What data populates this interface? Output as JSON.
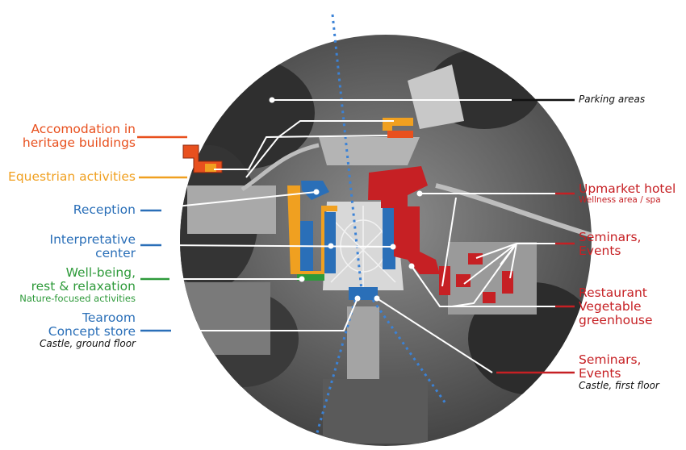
{
  "colors": {
    "accommodation": "#e8501e",
    "equestrian": "#f0a020",
    "blue": "#2a6fb8",
    "green": "#2e9a3a",
    "red": "#c62024",
    "black": "#111111",
    "axis_dotted": "#3b82d6"
  },
  "labels": {
    "accommodation_line1": "Accomodation in",
    "accommodation_line2": "heritage buildings",
    "equestrian": "Equestrian activities",
    "reception": "Reception",
    "interpretative_line1": "Interpretative",
    "interpretative_line2": "center",
    "wellbeing_line1": "Well-being,",
    "wellbeing_line2": "rest & relaxation",
    "wellbeing_sub": "Nature-focused activities",
    "tearoom_line1": "Tearoom",
    "tearoom_line2": "Concept store",
    "tearoom_sub": "Castle, ground floor",
    "parking": "Parking areas",
    "hotel": "Upmarket hotel",
    "hotel_sub": "Wellness area / spa",
    "seminars1_line1": "Seminars,",
    "seminars1_line2": "Events",
    "restaurant_line1": "Restaurant",
    "restaurant_line2": "Vegetable",
    "restaurant_line3": "greenhouse",
    "seminars2_line1": "Seminars,",
    "seminars2_line2": "Events",
    "seminars2_sub": "Castle, first floor"
  }
}
